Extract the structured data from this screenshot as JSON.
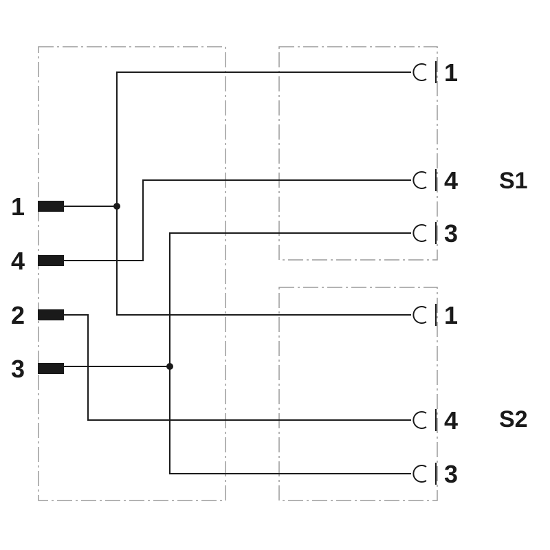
{
  "plug": {
    "pins": [
      {
        "label": "1"
      },
      {
        "label": "4"
      },
      {
        "label": "2"
      },
      {
        "label": "3"
      }
    ]
  },
  "sockets": [
    {
      "name": "S1",
      "contacts": [
        {
          "label": "1"
        },
        {
          "label": "4"
        },
        {
          "label": "3"
        }
      ]
    },
    {
      "name": "S2",
      "contacts": [
        {
          "label": "1"
        },
        {
          "label": "4"
        },
        {
          "label": "3"
        }
      ]
    }
  ],
  "connections": [
    {
      "from": "plug pin 1",
      "to": [
        "S1 contact 1",
        "S2 contact 1"
      ]
    },
    {
      "from": "plug pin 4",
      "to": [
        "S1 contact 4"
      ]
    },
    {
      "from": "plug pin 2",
      "to": [
        "S2 contact 4"
      ]
    },
    {
      "from": "plug pin 3",
      "to": [
        "S1 contact 3",
        "S2 contact 3"
      ]
    }
  ],
  "colors": {
    "wire": "#1a1a1a",
    "frame": "#9a9a9a",
    "background": "#ffffff"
  }
}
